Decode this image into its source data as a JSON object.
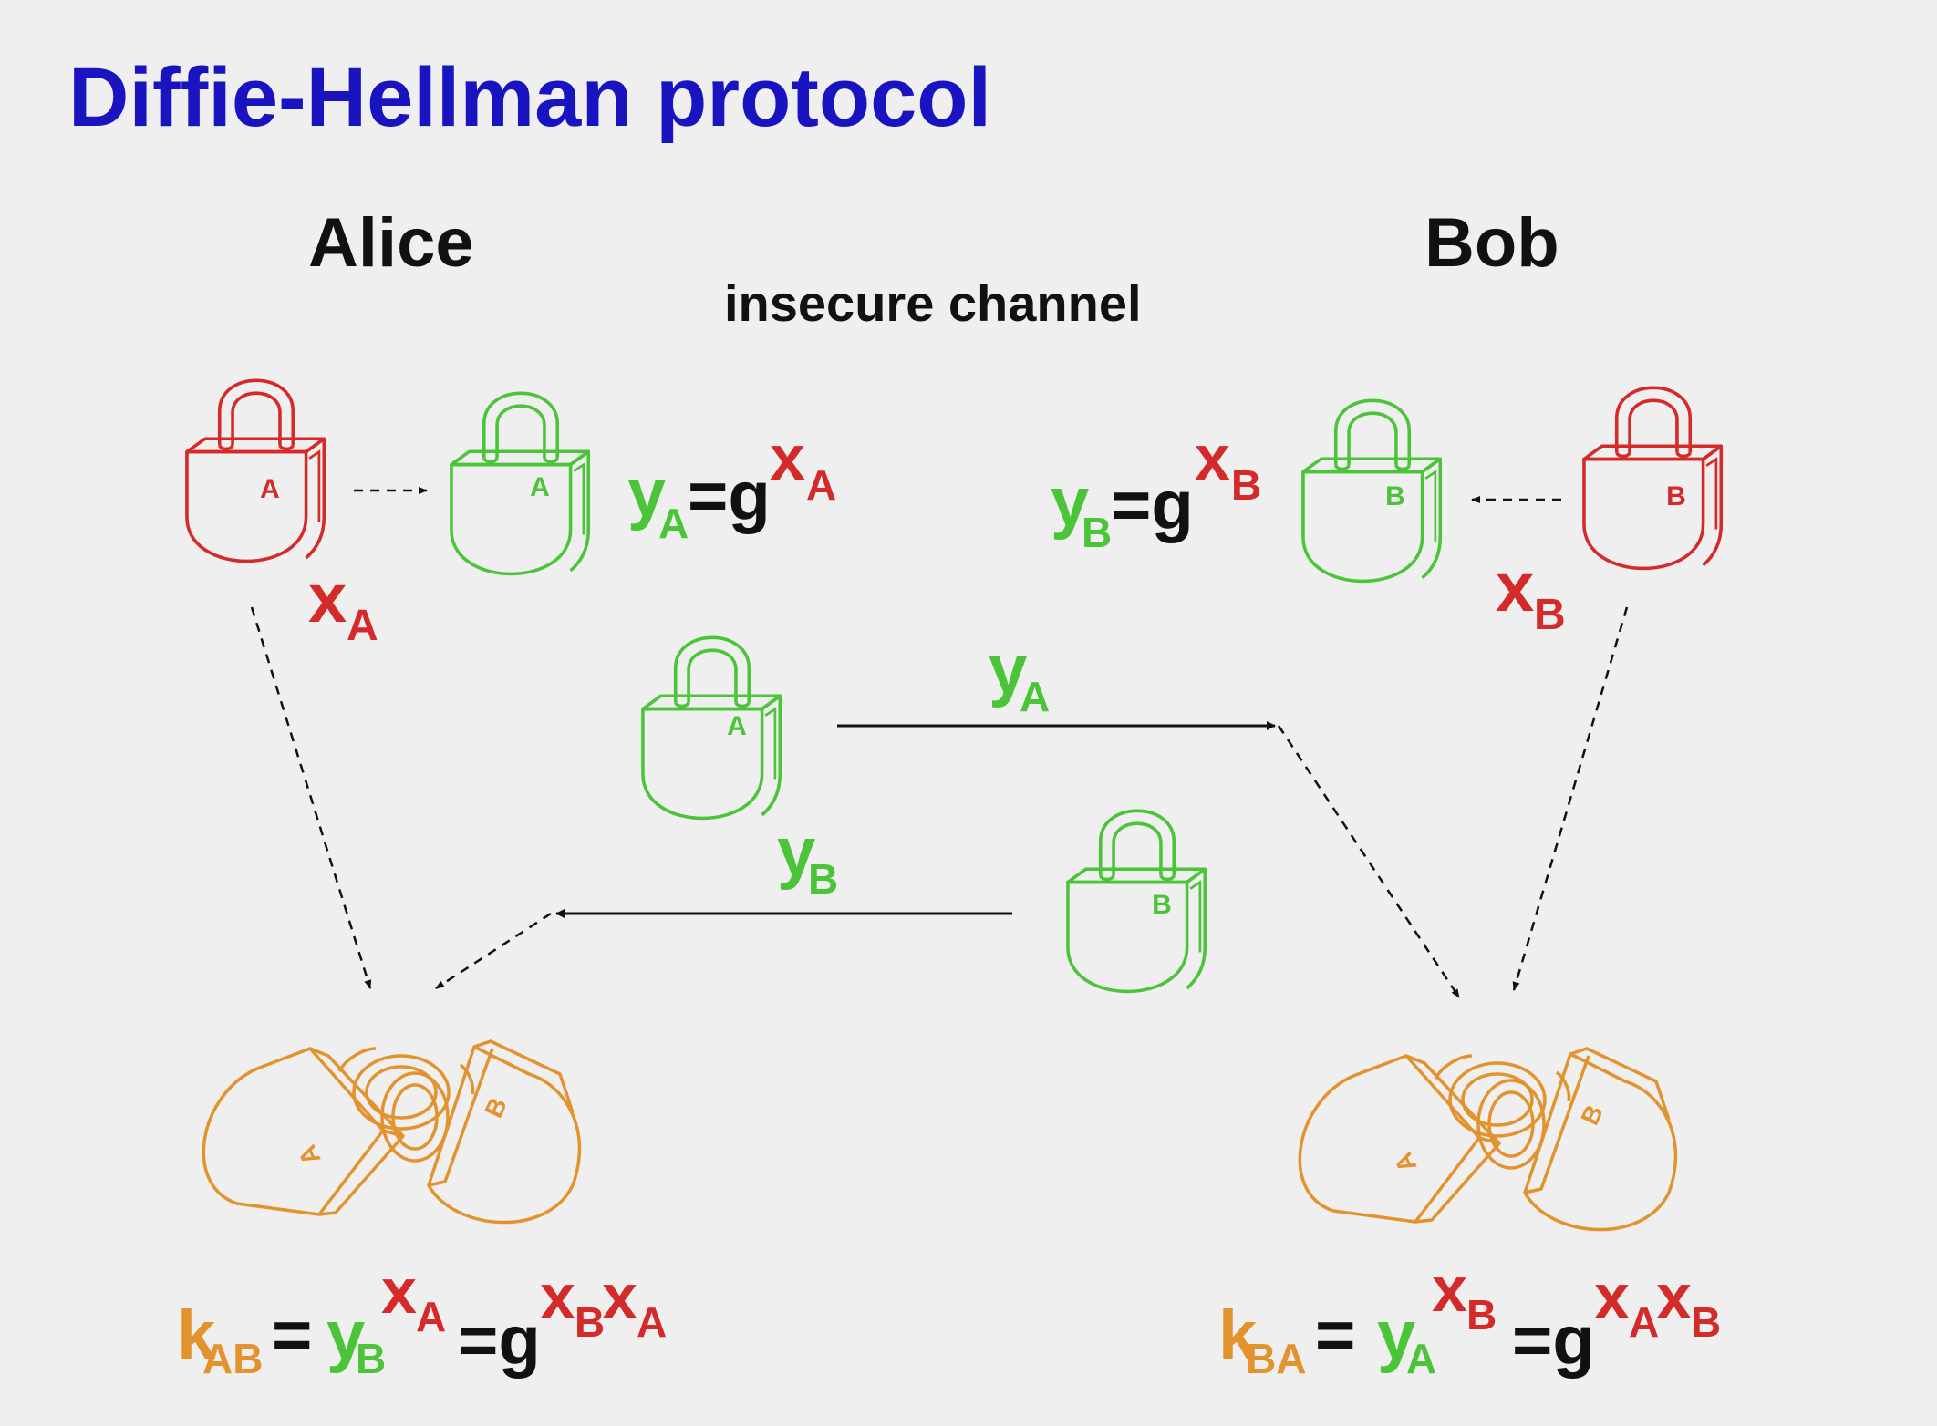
{
  "title": "Diffie-Hellman protocol",
  "colors": {
    "title": "#1a14c0",
    "private": "#d42a2a",
    "public": "#4cc43a",
    "shared": "#e3932e",
    "text": "#111111",
    "background": "#efefef"
  },
  "parties": {
    "alice": "Alice",
    "bob": "Bob"
  },
  "channel_label": "insecure channel",
  "locks": {
    "alice_private": "A",
    "alice_public": "A",
    "bob_public": "B",
    "bob_private": "B",
    "sent_alice": "A",
    "sent_bob": "B",
    "alice_joined_a": "A",
    "alice_joined_b": "B",
    "bob_joined_a": "A",
    "bob_joined_b": "B"
  },
  "alice": {
    "private_base": "x",
    "private_sub": "A",
    "pub_y": "y",
    "pub_y_sub": "A",
    "pub_eq": "=g",
    "pub_exp": "x",
    "pub_exp_sub": "A"
  },
  "bob": {
    "private_base": "x",
    "private_sub": "B",
    "pub_y": "y",
    "pub_y_sub": "B",
    "pub_eq": "=g",
    "pub_exp": "x",
    "pub_exp_sub": "B"
  },
  "messages": {
    "to_bob_y": "y",
    "to_bob_sub": "A",
    "to_alice_y": "y",
    "to_alice_sub": "B"
  },
  "key_alice": {
    "k": "k",
    "k_sub": "AB",
    "eq1": "=",
    "y": "y",
    "y_sub": "B",
    "exp1": "x",
    "exp1_sub": "A",
    "eq2": "=g",
    "exp2a": "x",
    "exp2a_sub": "B",
    "exp2b": "x",
    "exp2b_sub": "A"
  },
  "key_bob": {
    "k": "k",
    "k_sub": "BA",
    "eq1": "=",
    "y": "y",
    "y_sub": "A",
    "exp1": "x",
    "exp1_sub": "B",
    "eq2": "=g",
    "exp2a": "x",
    "exp2a_sub": "A",
    "exp2b": "x",
    "exp2b_sub": "B"
  }
}
